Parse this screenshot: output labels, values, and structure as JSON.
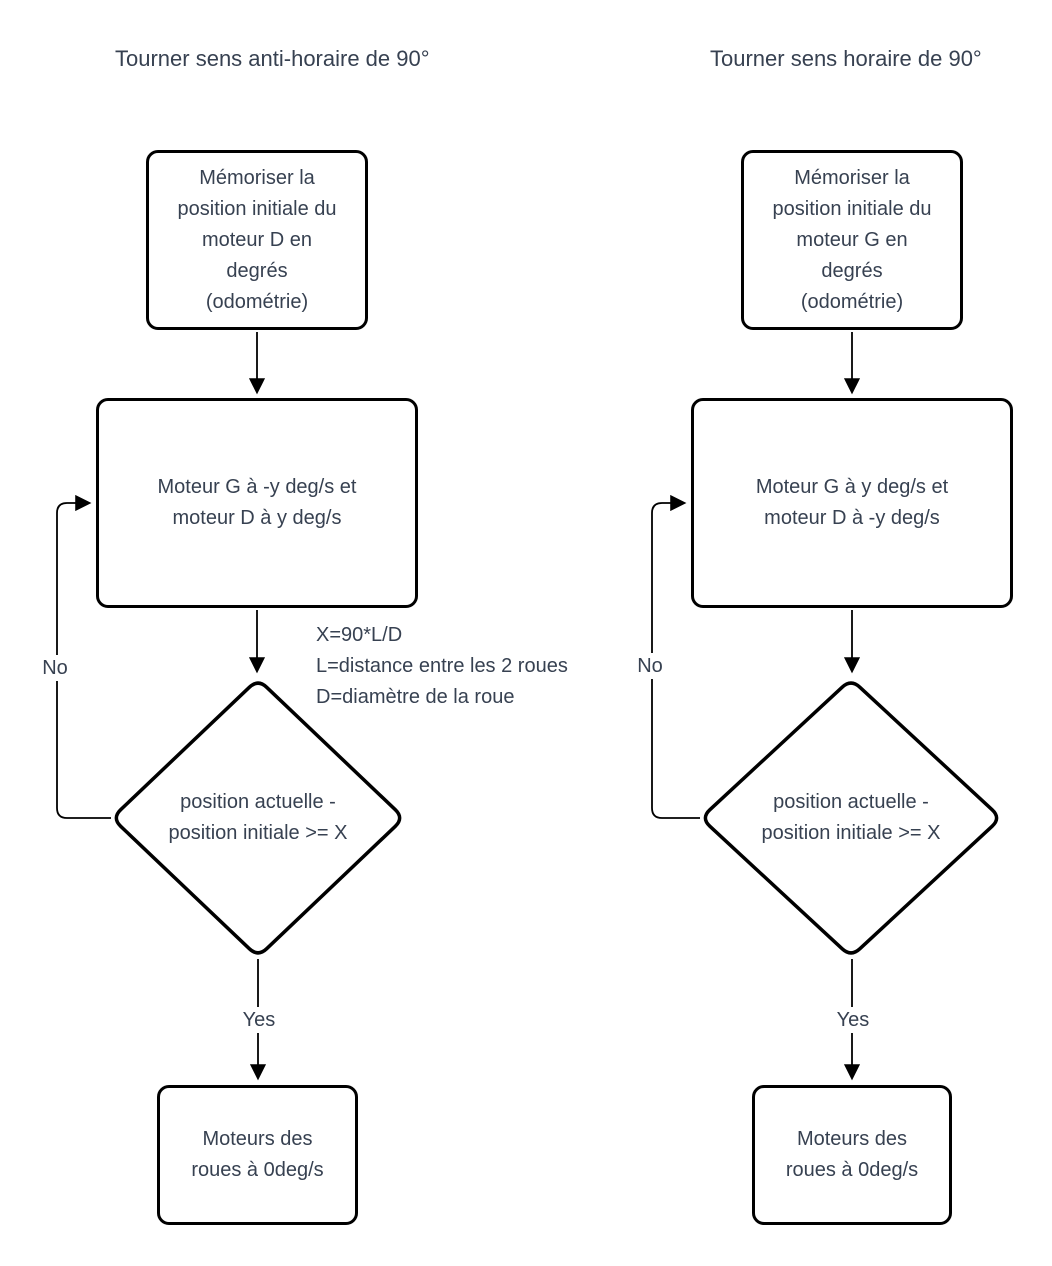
{
  "colors": {
    "background": "#ffffff",
    "text": "#374151",
    "line": "#000000"
  },
  "left_chart": {
    "title": "Tourner sens anti-horaire de 90°",
    "store_step": "Mémoriser la\nposition initiale du\nmoteur D en\ndegrés\n(odométrie)",
    "motor_step": "Moteur G à -y deg/s et\nmoteur D à y deg/s",
    "decision": "position actuelle -\nposition initiale >= X",
    "stop_step": "Moteurs des\nroues à 0deg/s",
    "no_label": "No",
    "yes_label": "Yes",
    "annotation": "X=90*L/D\nL=distance entre les 2 roues\nD=diamètre de la roue"
  },
  "right_chart": {
    "title": "Tourner sens horaire de 90°",
    "store_step": "Mémoriser la\nposition initiale du\nmoteur G en\ndegrés\n(odométrie)",
    "motor_step": "Moteur G à y deg/s et\nmoteur D à -y deg/s",
    "decision": "position actuelle -\nposition initiale >= X",
    "stop_step": "Moteurs des\nroues à 0deg/s",
    "no_label": "No",
    "yes_label": "Yes"
  }
}
